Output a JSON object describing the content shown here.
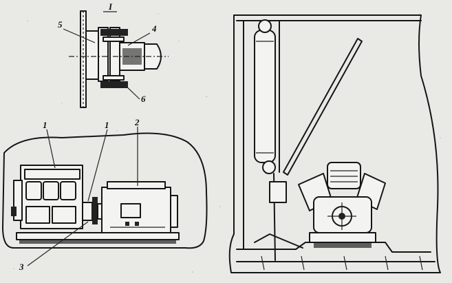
{
  "labels": {
    "section_mark": "I",
    "callout_5": "5",
    "callout_4": "4",
    "callout_6": "6",
    "callout_1": "1",
    "callout_1b": "1",
    "callout_2": "2",
    "callout_3": "3"
  },
  "colors": {
    "paper": "#e9e9e6",
    "ink": "#151515"
  }
}
